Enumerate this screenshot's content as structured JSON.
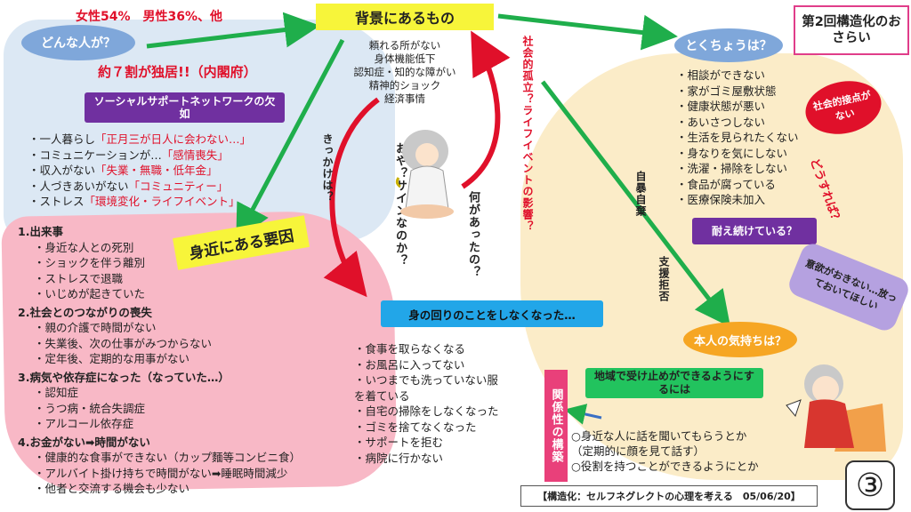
{
  "top_left": {
    "gender_ratio": "女性54%　男性36%、他",
    "who_oval": "どんな人が？",
    "alone_note": "約７割が独居!!（内閣府）",
    "social_support_lack": "ソーシャルサポートネットワークの欠如",
    "items": [
      {
        "prefix": "・一人暮らし",
        "red": "「正月三が日人に会わない…」"
      },
      {
        "prefix": "・コミュニケーションが…",
        "red": "「感情喪失」"
      },
      {
        "prefix": "・収入がない",
        "red": "「失業・無職・低年金」"
      },
      {
        "prefix": "・人づきあいがない",
        "red": "「コミュニティー」"
      },
      {
        "prefix": "・ストレス",
        "red": "「環境変化・ライフイベント」"
      }
    ]
  },
  "background": {
    "title": "背景にあるもの",
    "items": [
      "頼れる所がない",
      "身体機能低下",
      "認知症・知的な障がい",
      "精神的ショック",
      "経済事情"
    ]
  },
  "social_isolation_label": "社会的孤立？ライフイベントの影響？",
  "trigger_label": "きっかけは？",
  "oya_label": "おや？サインなのか？",
  "what_happened_label": "何があったの？",
  "near_factors": {
    "title": "身近にある要因",
    "sections": [
      {
        "heading": "1.出来事",
        "items": [
          "・身近な人との死別",
          "・ショックを伴う離別",
          "・ストレスで退職",
          "・いじめが起きていた"
        ]
      },
      {
        "heading": "2.社会とのつながりの喪失",
        "items": [
          "・親の介護で時間がない",
          "・失業後、次の仕事がみつからない",
          "・定年後、定期的な用事がない"
        ]
      },
      {
        "heading": "3.病気や依存症になった（なっていた…）",
        "items": [
          "・認知症",
          "・うつ病・統合失調症",
          "・アルコール依存症"
        ]
      },
      {
        "heading": "4.お金がない➡時間がない",
        "items": [
          "・健康的な食事ができない（カップ麵等コンビニ食）",
          "・アルバイト掛け持ちで時間がない➡睡眠時間減少",
          "・他者と交流する機会も少ない"
        ]
      }
    ]
  },
  "self_care": {
    "title": "身の回りのことをしなくなった…",
    "items": [
      "・食事を取らなくなる",
      "・お風呂に入ってない",
      "・いつまでも洗っていない服",
      "を着ている",
      "・自宅の掃除をしなくなった",
      "・ゴミを捨てなくなった",
      "・サポートを拒む",
      "・病院に行かない"
    ]
  },
  "features": {
    "title_box": "第2回構造化のおさらい",
    "oval": "とくちょうは？",
    "items": [
      "・相談ができない",
      "・家がゴミ屋敷状態",
      "・健康状態が悪い",
      "・あいさつしない",
      "・生活を見られたくない",
      "・身なりを気にしない",
      "・洗濯・掃除をしない",
      "・食品が腐っている",
      "・医療保険未加入"
    ],
    "no_contact": "社会的接点がない",
    "what_to_do": "どうすれば？",
    "endure": "耐え続けている？"
  },
  "self_abandon": "自暴自棄",
  "refuse_support": "支援拒否",
  "feelings": {
    "oval": "本人の気持ちは？",
    "bubble": "意欲がおきない…放っておいてほしい"
  },
  "community": {
    "box": "地域で受け止めができるようにするには",
    "relation_label": "関係性の構築",
    "items": [
      "○身近な人に話を聞いてもらうとか",
      "（定期的に顔を見て話す）",
      "○役割を持つことができるようにとか"
    ]
  },
  "footer": "【構造化：セルフネグレクトの心理を考える　05/06/20】",
  "page_number": "③",
  "colors": {
    "accent_red": "#e0102a",
    "yellow": "#f7f53a",
    "purple": "#7030a0",
    "green_arrow": "#1fae4b",
    "blue_oval": "#7fa7da"
  }
}
